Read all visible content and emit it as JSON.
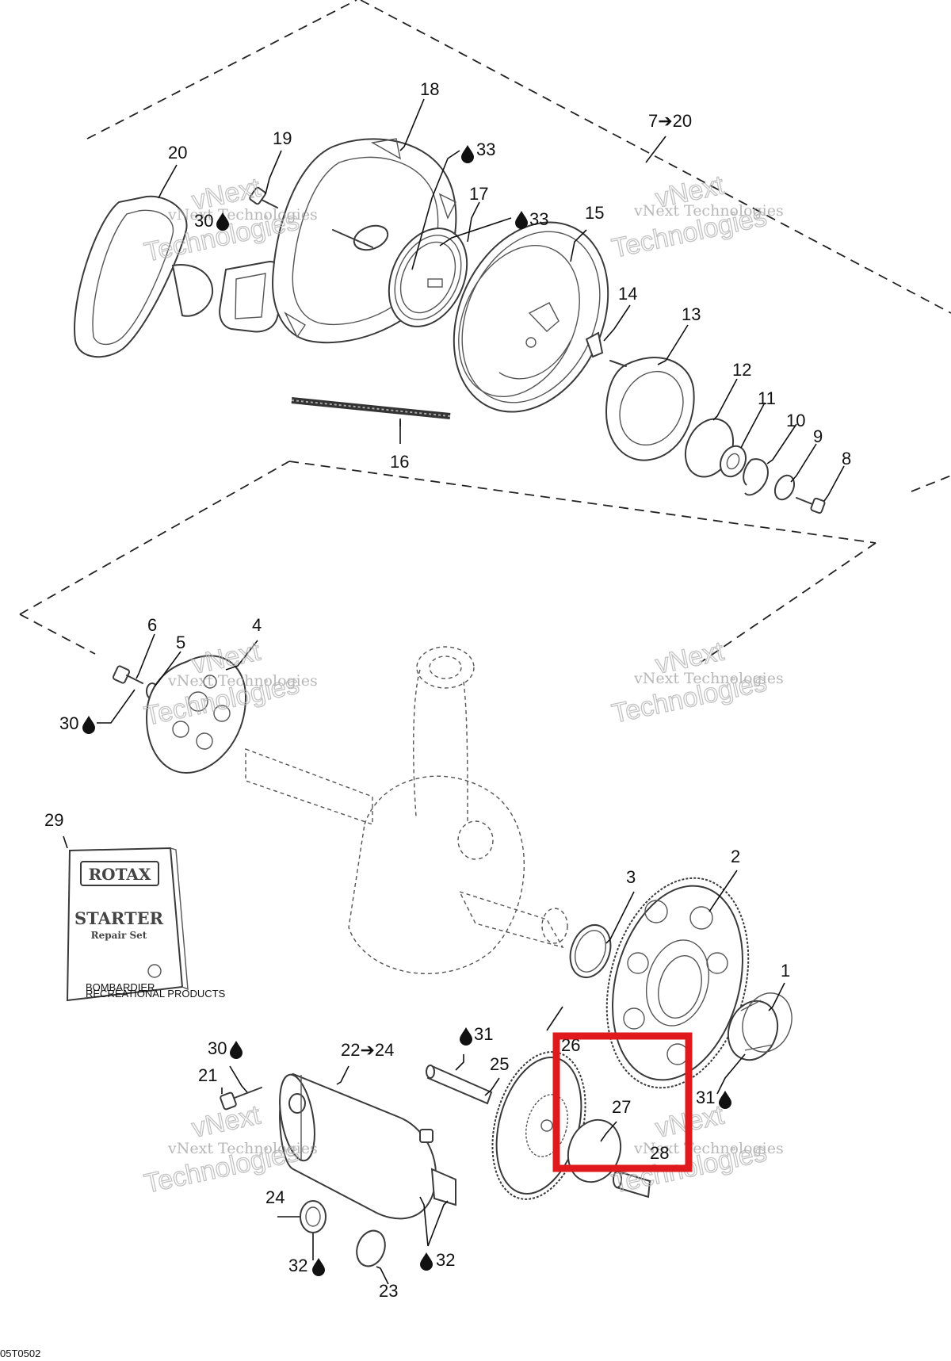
{
  "callouts": [
    {
      "id": "c-18",
      "text": "18"
    },
    {
      "id": "c-19",
      "text": "19"
    },
    {
      "id": "c-20",
      "text": "20"
    },
    {
      "id": "c-7-20",
      "text": "7➔20"
    },
    {
      "id": "c-33a",
      "text": "33",
      "drop": true
    },
    {
      "id": "c-17",
      "text": "17"
    },
    {
      "id": "c-33b",
      "text": "33",
      "drop": true
    },
    {
      "id": "c-15",
      "text": "15"
    },
    {
      "id": "c-30a",
      "text": "30",
      "drop": true
    },
    {
      "id": "c-14",
      "text": "14"
    },
    {
      "id": "c-13",
      "text": "13"
    },
    {
      "id": "c-12",
      "text": "12"
    },
    {
      "id": "c-11",
      "text": "11"
    },
    {
      "id": "c-10",
      "text": "10"
    },
    {
      "id": "c-9",
      "text": "9"
    },
    {
      "id": "c-8",
      "text": "8"
    },
    {
      "id": "c-16",
      "text": "16"
    },
    {
      "id": "c-6",
      "text": "6"
    },
    {
      "id": "c-5",
      "text": "5"
    },
    {
      "id": "c-4",
      "text": "4"
    },
    {
      "id": "c-30b",
      "text": "30",
      "drop": true
    },
    {
      "id": "c-29",
      "text": "29"
    },
    {
      "id": "c-3",
      "text": "3"
    },
    {
      "id": "c-2",
      "text": "2"
    },
    {
      "id": "c-1",
      "text": "1"
    },
    {
      "id": "c-30c",
      "text": "30",
      "drop": true
    },
    {
      "id": "c-22-24",
      "text": "22➔24"
    },
    {
      "id": "c-31a",
      "text": "31",
      "drop": true
    },
    {
      "id": "c-21",
      "text": "21"
    },
    {
      "id": "c-25",
      "text": "25"
    },
    {
      "id": "c-26",
      "text": "26"
    },
    {
      "id": "c-27",
      "text": "27"
    },
    {
      "id": "c-28",
      "text": "28"
    },
    {
      "id": "c-31b",
      "text": "31",
      "drop": true
    },
    {
      "id": "c-24",
      "text": "24"
    },
    {
      "id": "c-32a",
      "text": "32",
      "drop": true
    },
    {
      "id": "c-32b",
      "text": "32",
      "drop": true
    },
    {
      "id": "c-23",
      "text": "23"
    }
  ],
  "book": {
    "brand": "ROTAX",
    "title": "STARTER",
    "subtitle": "Repair Set",
    "maker": "BOMBARDIER",
    "maker_sub": "RECREATIONAL PRODUCTS"
  },
  "watermark": {
    "line1": "vNext Technologies",
    "line2": "Technologies",
    "line3": "vNext"
  },
  "drawing_code": "05T0502",
  "highlight": {
    "label": "27 / 28",
    "color": "#e0191c"
  },
  "icons": [
    "oil-drop-icon",
    "arrow-right-icon"
  ]
}
